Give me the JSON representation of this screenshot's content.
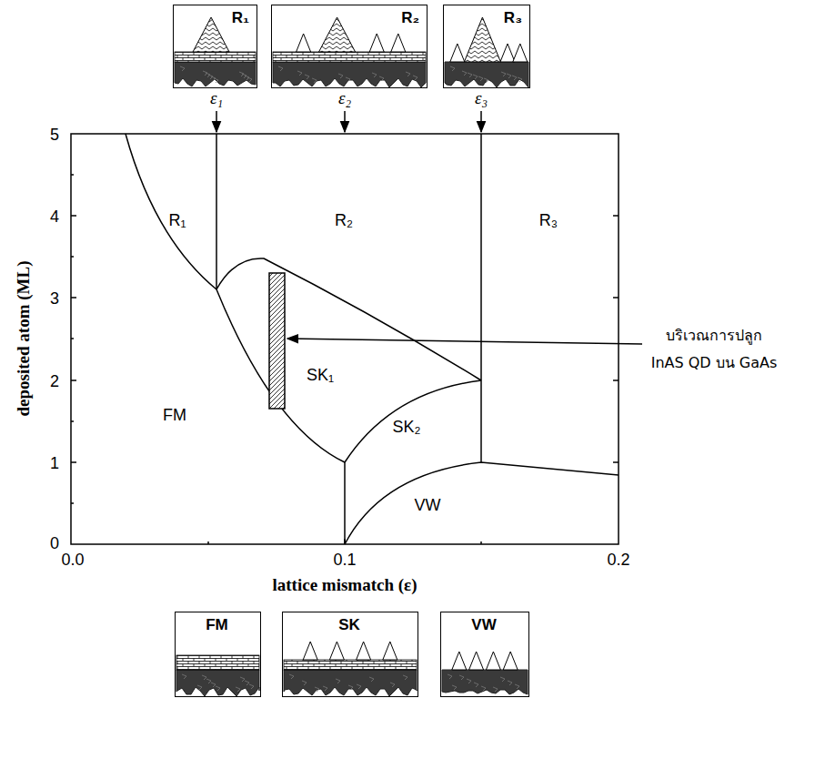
{
  "diagram": {
    "nodes": [
      {
        "text": [
          "R₁"
        ]
      },
      {
        "text": [
          "R₂"
        ]
      },
      {
        "text": [
          "R₃"
        ]
      },
      {
        "text": [
          "FM"
        ]
      },
      {
        "text": [
          "SK"
        ]
      },
      {
        "text": [
          "VW"
        ]
      }
    ],
    "labels": [
      "ε₁",
      "ε₂",
      "ε₃",
      "5",
      "4",
      "3",
      "2",
      "1",
      "0",
      "0.0",
      "0.1",
      "0.2",
      "deposited atom (ML)",
      "lattice mismatch (ε)",
      "R₁",
      "R₂",
      "R₃",
      "SK₁",
      "SK₂",
      "FM",
      "VW",
      "บริเวณการปลูก InAS QD บน GaAs"
    ]
  }
}
